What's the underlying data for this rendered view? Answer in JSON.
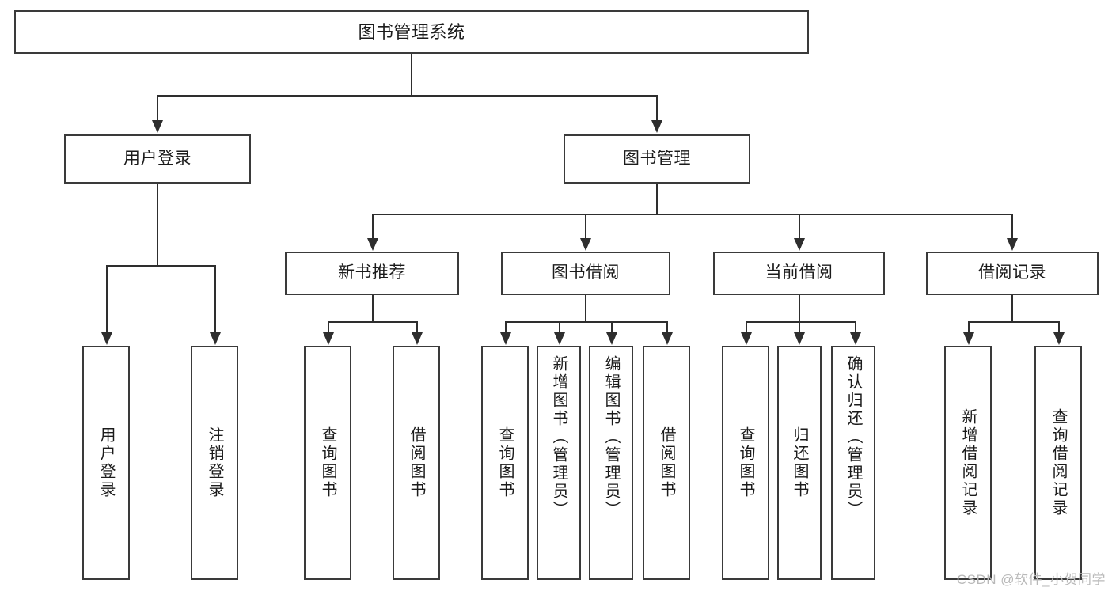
{
  "diagram": {
    "title": "图书管理系统",
    "watermark": "CSDN @软件_小贺同学",
    "root": {
      "label": "图书管理系统"
    },
    "level2": [
      {
        "label": "用户登录"
      },
      {
        "label": "图书管理"
      }
    ],
    "level3": [
      {
        "label": "新书推荐"
      },
      {
        "label": "图书借阅"
      },
      {
        "label": "当前借阅"
      },
      {
        "label": "借阅记录"
      }
    ],
    "leaves": {
      "user_login": [
        {
          "label": "用户登录"
        },
        {
          "label": "注销登录"
        }
      ],
      "new_book_recommend": [
        {
          "label": "查询图书"
        },
        {
          "label": "借阅图书"
        }
      ],
      "book_borrow": [
        {
          "label": "查询图书"
        },
        {
          "label": "新增图书（管理员）"
        },
        {
          "label": "编辑图书（管理员）"
        },
        {
          "label": "借阅图书"
        }
      ],
      "current_borrow": [
        {
          "label": "查询图书"
        },
        {
          "label": "归还图书"
        },
        {
          "label": "确认归还（管理员）"
        }
      ],
      "borrow_record": [
        {
          "label": "新增借阅记录"
        },
        {
          "label": "查询借阅记录"
        }
      ]
    }
  },
  "colors": {
    "stroke": "#3a3a3a",
    "line": "#2e2e2e",
    "background": "#ffffff",
    "text": "#1b1b1b",
    "watermark": "#b9b9b9"
  }
}
